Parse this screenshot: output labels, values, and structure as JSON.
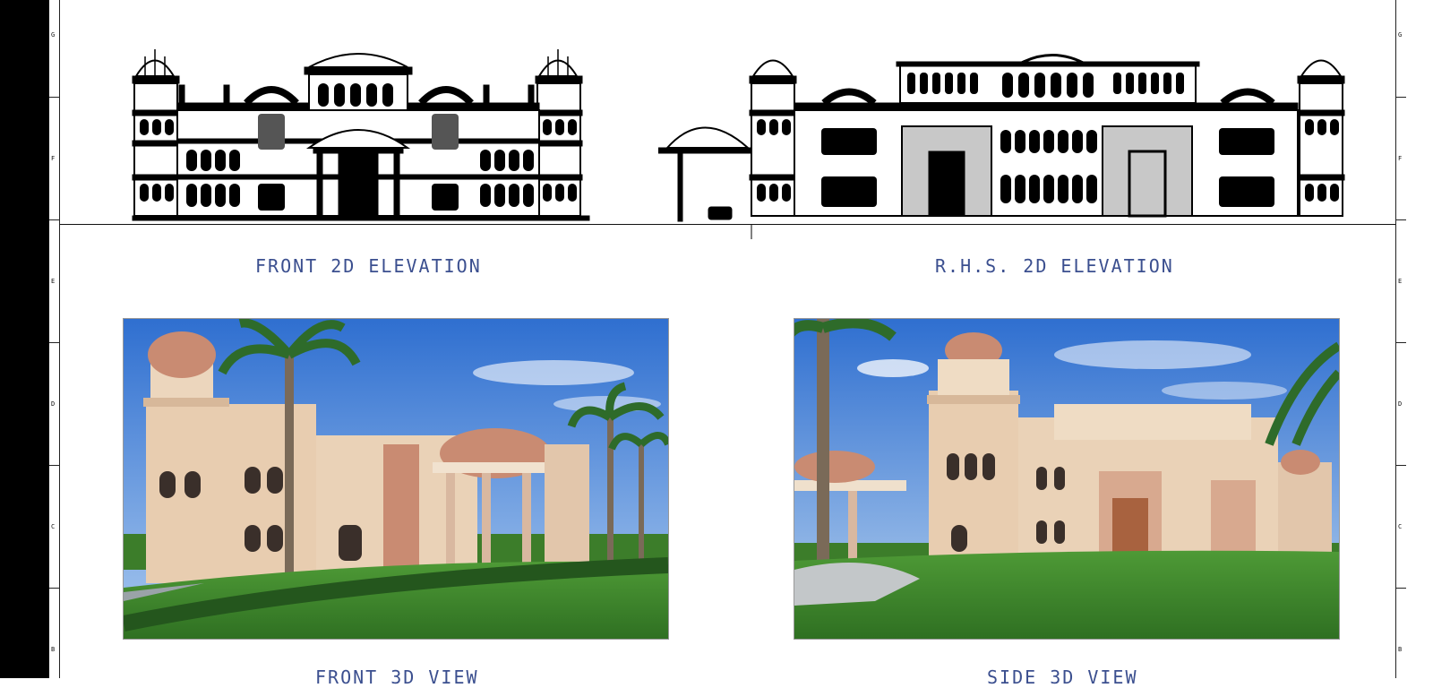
{
  "sheet": {
    "zone_letters_left": [
      "G",
      "F",
      "E",
      "D",
      "C",
      "B"
    ],
    "zone_letters_right": [
      "G",
      "F",
      "E",
      "D",
      "C",
      "B"
    ]
  },
  "captions": {
    "front_2d": "FRONT 2D ELEVATION",
    "rhs_2d": "R.H.S. 2D ELEVATION",
    "front_3d": "FRONT 3D VIEW",
    "side_3d": "SIDE 3D VIEW"
  },
  "colors": {
    "caption_blue": "#3b4f8f",
    "line_black": "#000000",
    "panel_gray": "#c8c8c8",
    "sky_blue": "#3f7fd6",
    "sandstone": "#e8cdb0",
    "pink_stone": "#c98b72",
    "lawn_green": "#3f8a2e"
  },
  "icons": {
    "front_elevation": "palace-front-elevation-drawing",
    "rhs_elevation": "palace-side-elevation-drawing",
    "front_render": "palace-front-3d-render",
    "side_render": "palace-side-3d-render"
  }
}
